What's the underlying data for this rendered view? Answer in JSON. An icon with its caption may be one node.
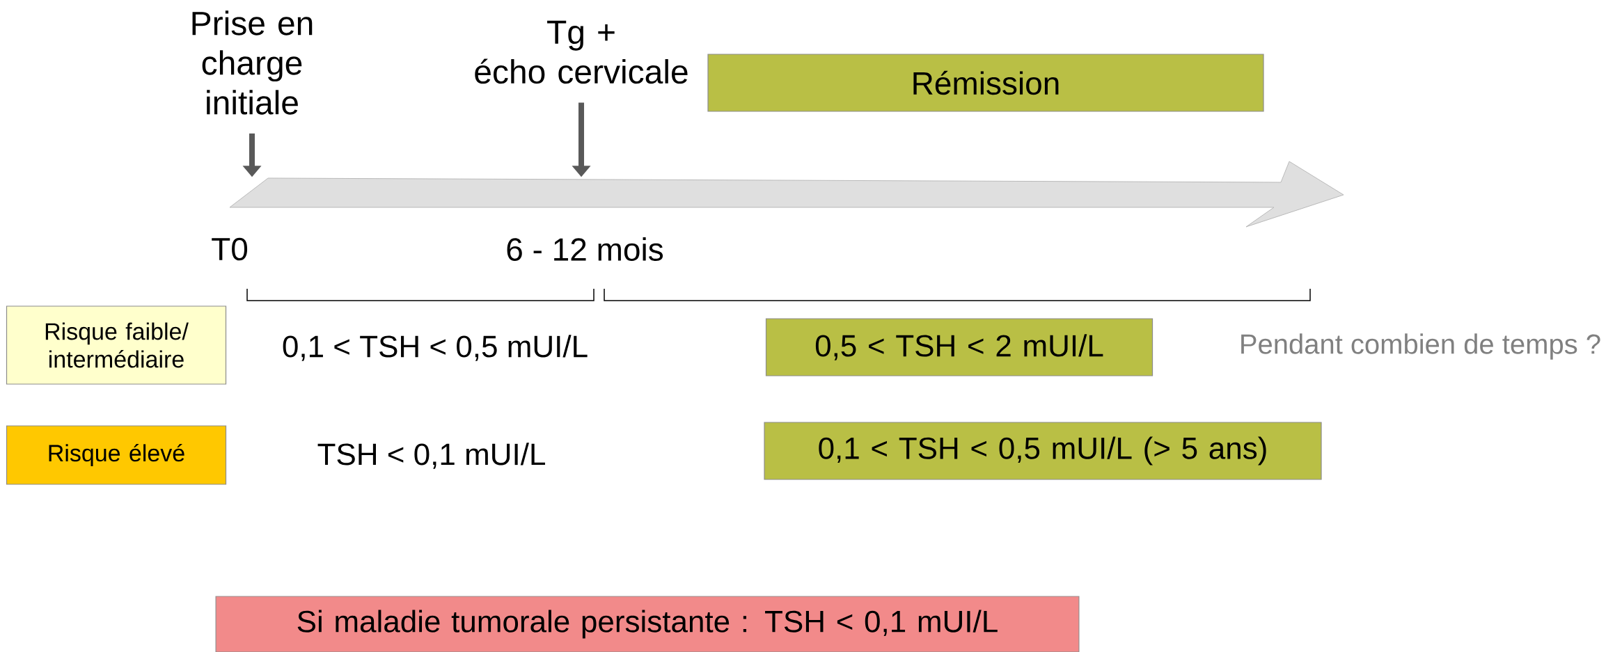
{
  "diagram": {
    "nodes": [
      {
        "text": [
          "Prise en charge initiale"
        ]
      },
      {
        "text": [
          "Tg +",
          "écho cervicale"
        ]
      },
      {
        "text": [
          "Rémission"
        ]
      },
      {
        "text": [],
        "shape": "arrow"
      },
      {
        "text": [
          "Risque faible/ intermédiaire"
        ]
      },
      {
        "text": [
          "0,5 < TSH < 2 mUI/L"
        ]
      },
      {
        "text": [
          "Risque élevé"
        ]
      },
      {
        "text": [
          "0,1 < TSH < 0,5 mUI/L (> 5 ans)"
        ]
      },
      {
        "text": [
          "Si maladie tumorale persistante : TSH < 0,1 mUI/L"
        ]
      }
    ],
    "edges": [
      {
        "from": 0,
        "to": 3,
        "arrow": "to"
      },
      {
        "from": 1,
        "to": 3,
        "arrow": "to"
      }
    ],
    "labels": [
      "T0",
      "6 - 12 mois",
      "0,1 < TSH < 0,5 mUI/L",
      "TSH < 0,1 mUI/L",
      "Pendant combien de temps ?"
    ]
  }
}
